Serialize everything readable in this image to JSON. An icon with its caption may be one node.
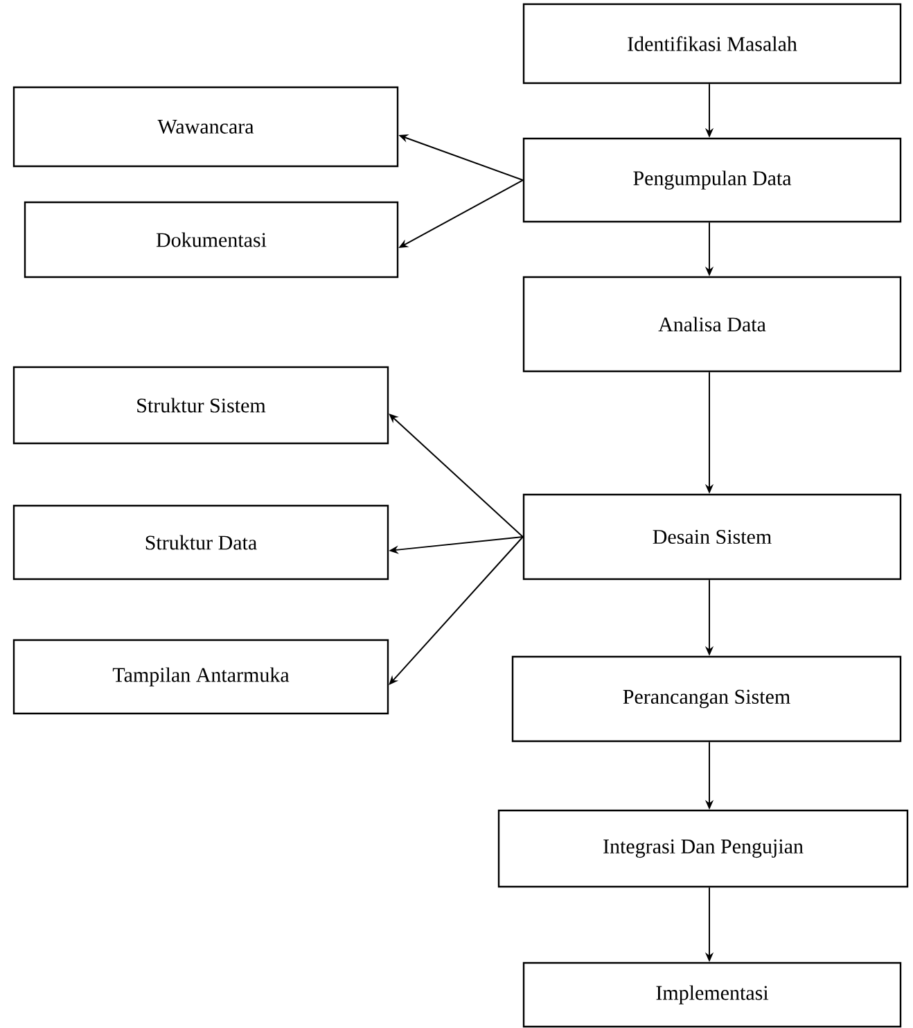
{
  "diagram": {
    "nodes": [
      {
        "text": [
          "Identifikasi Masalah"
        ]
      },
      {
        "text": [
          "Wawancara"
        ]
      },
      {
        "text": [
          "Pengumpulan Data"
        ]
      },
      {
        "text": [
          "Dokumentasi"
        ]
      },
      {
        "text": [
          "Analisa Data"
        ]
      },
      {
        "text": [
          "Struktur Sistem"
        ]
      },
      {
        "text": [
          "Desain Sistem"
        ]
      },
      {
        "text": [
          "Struktur Data"
        ]
      },
      {
        "text": [
          "Tampilan Antarmuka"
        ]
      },
      {
        "text": [
          "Perancangan Sistem"
        ]
      },
      {
        "text": [
          "Integrasi Dan Pengujian"
        ]
      },
      {
        "text": [
          "Implementasi"
        ]
      }
    ],
    "edges": [
      {
        "from": 0,
        "to": 2,
        "arrow": "to"
      },
      {
        "from": 2,
        "to": 1,
        "arrow": "to"
      },
      {
        "from": 2,
        "to": 3,
        "arrow": "to"
      },
      {
        "from": 2,
        "to": 4,
        "arrow": "to"
      },
      {
        "from": 4,
        "to": 6,
        "arrow": "to"
      },
      {
        "from": 6,
        "to": 5,
        "arrow": "to"
      },
      {
        "from": 6,
        "to": 7,
        "arrow": "to"
      },
      {
        "from": 6,
        "to": 8,
        "arrow": "to"
      },
      {
        "from": 6,
        "to": 9,
        "arrow": "to"
      },
      {
        "from": 9,
        "to": 10,
        "arrow": "to"
      },
      {
        "from": 10,
        "to": 11,
        "arrow": "to"
      }
    ]
  }
}
